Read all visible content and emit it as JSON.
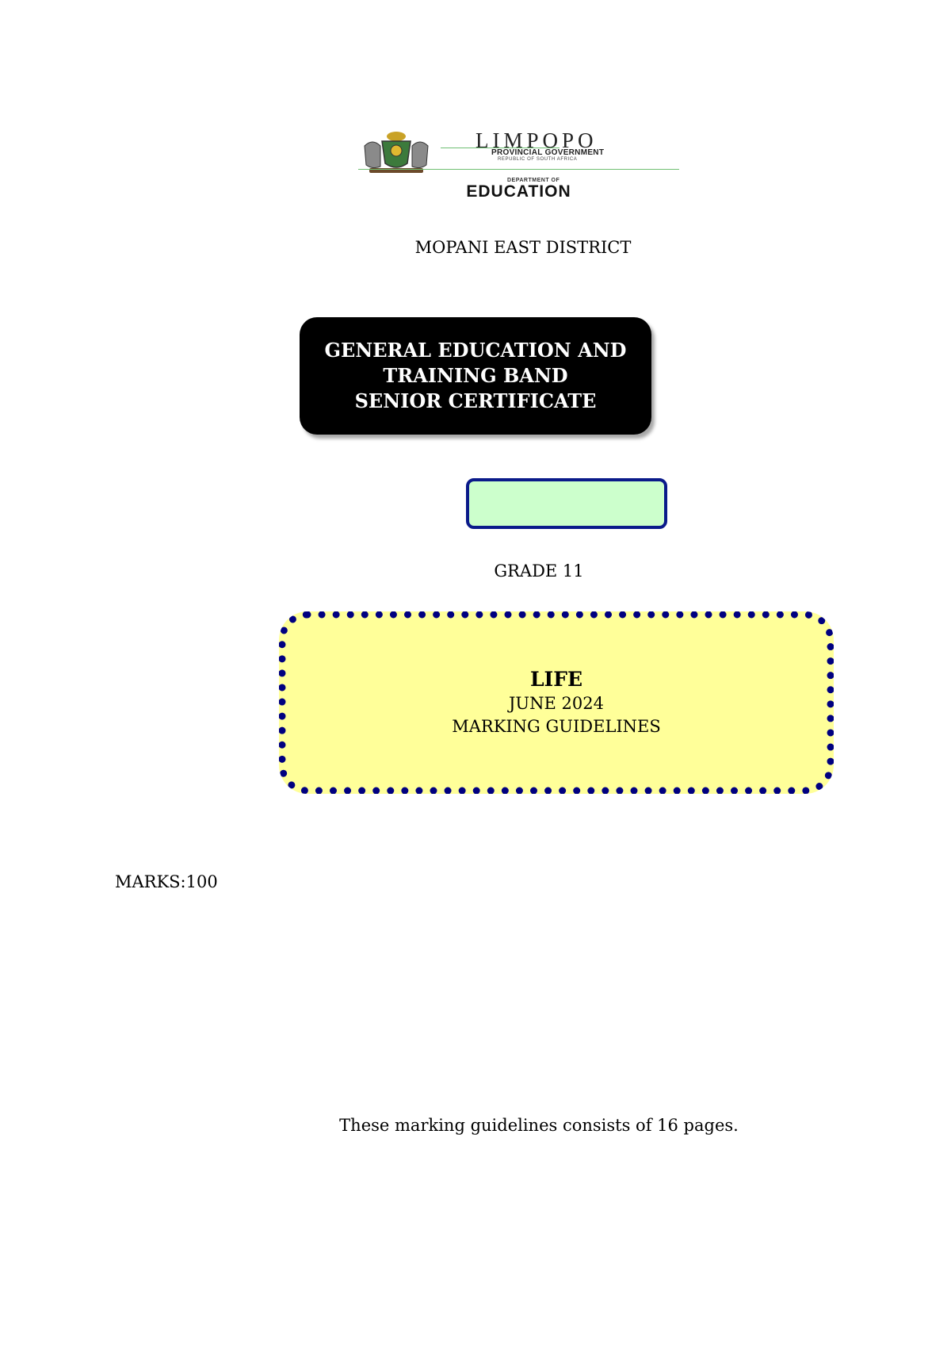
{
  "logo": {
    "name": "LIMPOPO",
    "government": "PROVINCIAL GOVERNMENT",
    "country": "REPUBLIC OF SOUTH AFRICA",
    "department": "DEPARTMENT OF",
    "education": "EDUCATION"
  },
  "district": "MOPANI EAST DISTRICT",
  "band": {
    "lines": [
      "GENERAL EDUCATION AND",
      "TRAINING BAND",
      "SENIOR CERTIFICATE"
    ]
  },
  "grade": "GRADE 11",
  "title_box": {
    "subject": "LIFE",
    "date": "JUNE 2024",
    "kind": "MARKING GUIDELINES"
  },
  "marks": "MARKS:100",
  "footer_note": "These marking guidelines consists of 16 pages.",
  "colors": {
    "band_bg": "#000000",
    "subject_box_fill": "#ccffcc",
    "subject_box_border": "#0a1a8a",
    "title_box_fill": "#ffff99",
    "title_box_border": "#000080"
  }
}
